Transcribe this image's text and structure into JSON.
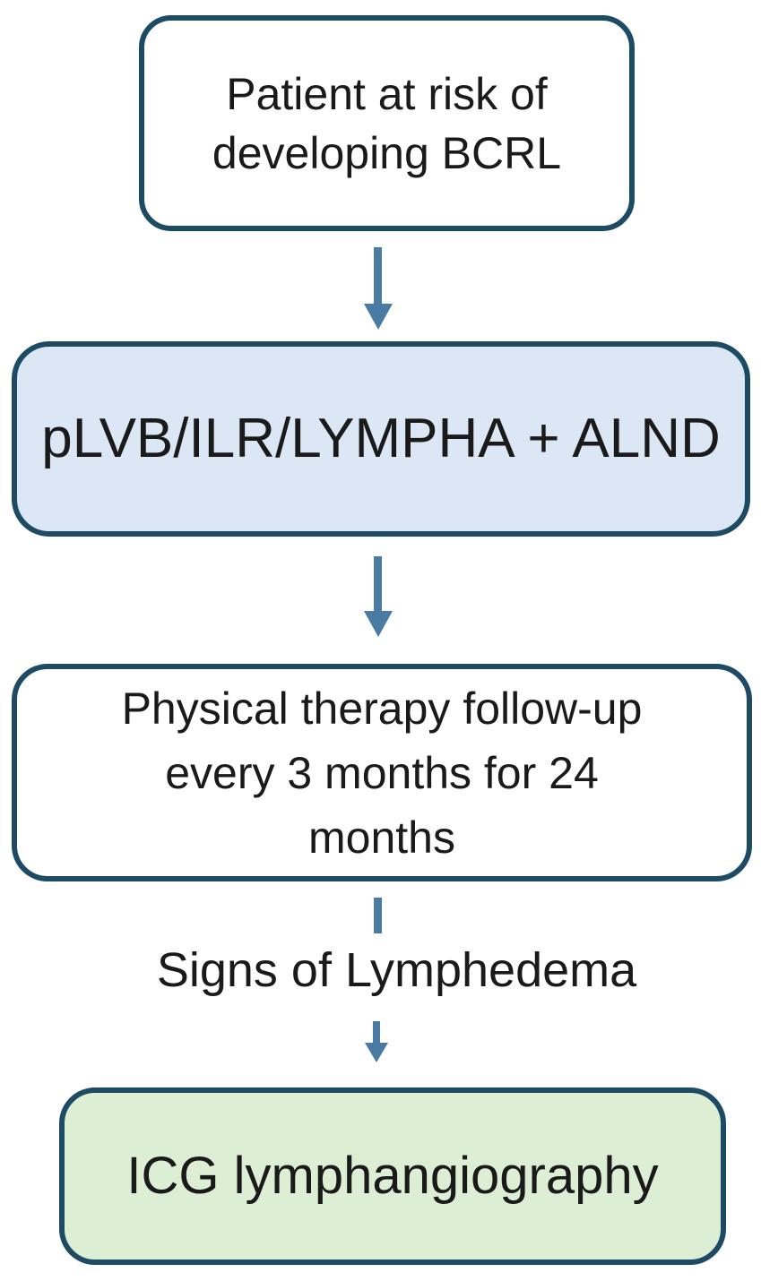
{
  "colors": {
    "background": "#ffffff",
    "node_border": "#1d4b63",
    "arrow": "#4a7ca3",
    "text": "#1a1a1a",
    "node_white_fill": "#ffffff",
    "node_blue_fill": "#dbe7f4",
    "node_green_fill": "#dcefd5"
  },
  "flowchart": {
    "nodes": [
      {
        "id": "patient-risk",
        "label": "Patient at risk of\ndeveloping BCRL",
        "fill": "#ffffff"
      },
      {
        "id": "surgery",
        "label": "pLVB/ILR/LYMPHA + ALND",
        "fill": "#dbe7f4"
      },
      {
        "id": "pt-followup",
        "label": "Physical therapy follow-up\nevery 3 months for 24\nmonths",
        "fill": "#ffffff"
      },
      {
        "id": "icg",
        "label": "ICG lymphangiography",
        "fill": "#dcefd5"
      }
    ],
    "edge_label": "Signs of Lymphedema"
  }
}
